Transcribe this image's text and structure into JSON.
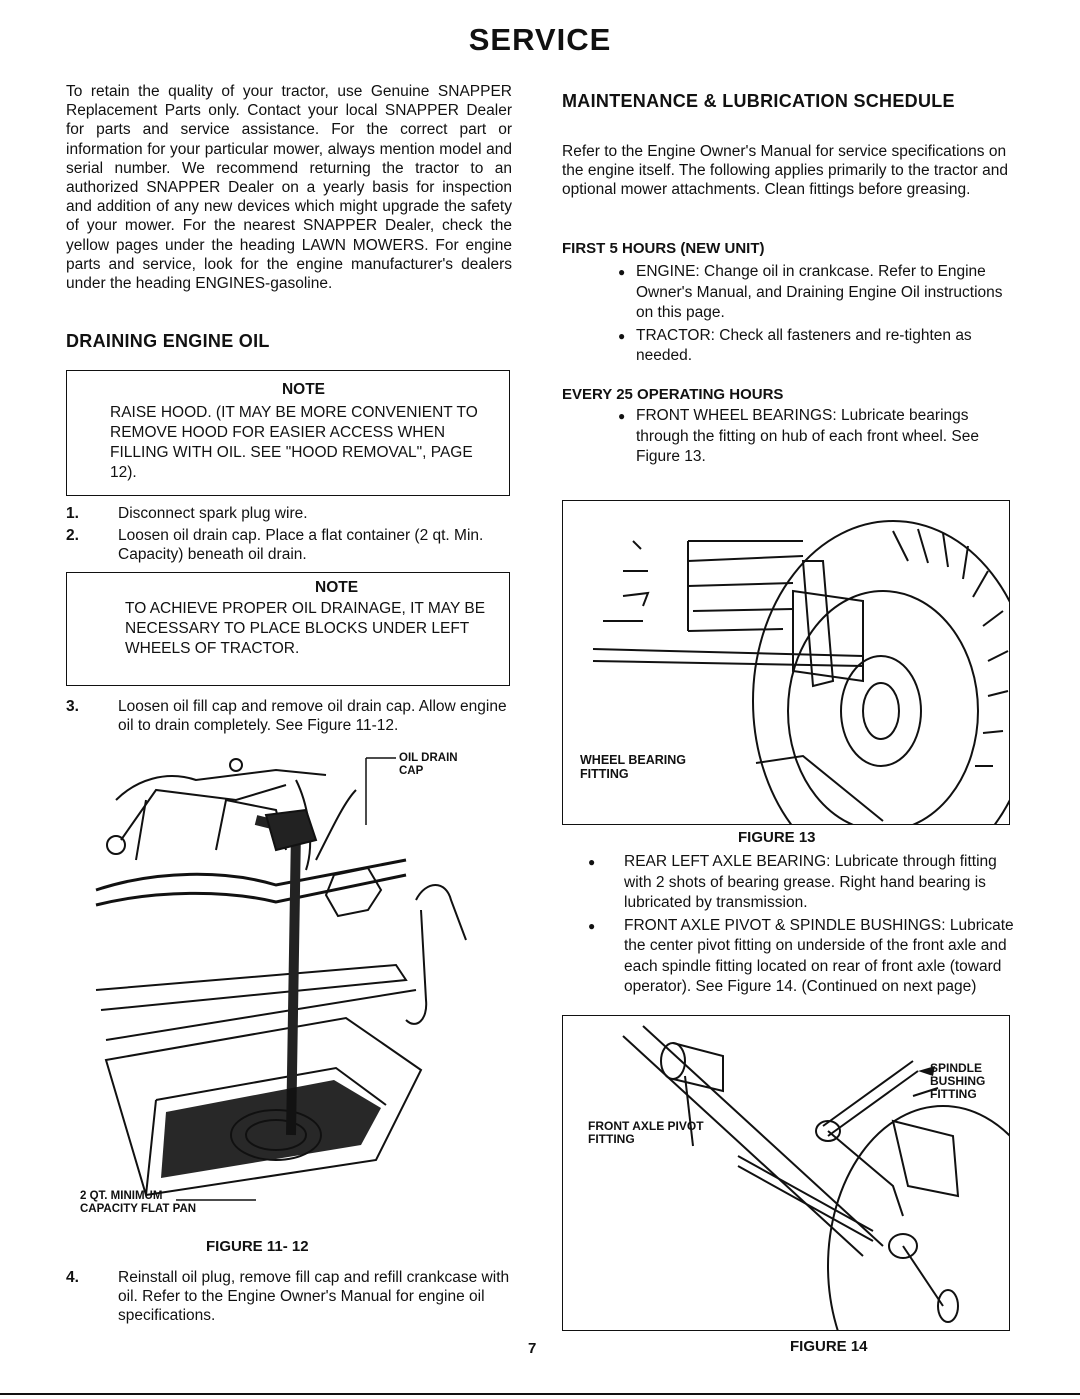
{
  "page": {
    "title": "SERVICE",
    "page_number": "7"
  },
  "intro": {
    "text": "To retain the quality of your tractor, use Genuine SNAPPER Replacement Parts only. Contact your local SNAPPER Dealer for parts and service assistance. For the correct part or information for your particular mower, always mention model and serial number. We recommend returning the tractor to an authorized SNAPPER Dealer on a yearly basis for inspection and addition of any new devices which might upgrade the safety of your mower. For the nearest SNAPPER Dealer, check the yellow pages under the heading LAWN MOWERS. For engine parts and service, look for the engine manufacturer's dealers under the heading ENGINES-gasoline."
  },
  "draining": {
    "heading": "DRAINING ENGINE OIL",
    "note1": {
      "label": "NOTE",
      "text": "RAISE HOOD. (IT MAY BE MORE CONVENIENT TO REMOVE HOOD FOR EASIER ACCESS WHEN FILLING WITH OIL. SEE \"HOOD REMOVAL\", PAGE 12)."
    },
    "steps_a": [
      {
        "num": "1.",
        "text": "Disconnect spark plug wire."
      },
      {
        "num": "2.",
        "text": "Loosen oil drain cap. Place a flat container (2 qt. Min. Capacity) beneath oil drain."
      }
    ],
    "note2": {
      "label": "NOTE",
      "text": "TO ACHIEVE PROPER OIL DRAINAGE, IT MAY BE NECESSARY TO PLACE BLOCKS UNDER LEFT WHEELS OF TRACTOR."
    },
    "step3": {
      "num": "3.",
      "text": "Loosen oil fill cap and remove oil drain cap. Allow engine oil to drain completely. See Figure 11-12."
    },
    "figure": {
      "caption": "FIGURE 11- 12",
      "callout_cap": "OIL DRAIN CAP",
      "callout_pan": "2 QT. MINIMUM CAPACITY FLAT PAN"
    },
    "step4": {
      "num": "4.",
      "text": "Reinstall oil plug, remove fill cap and refill crankcase with oil. Refer to the Engine Owner's Manual for engine oil specifications."
    }
  },
  "maintenance": {
    "heading": "MAINTENANCE & LUBRICATION SCHEDULE",
    "intro": "Refer to the Engine Owner's Manual for service specifications on the engine itself. The following applies primarily to the tractor and optional mower attachments. Clean fittings before greasing.",
    "first5": {
      "heading": "FIRST 5 HOURS (NEW UNIT)",
      "items": [
        "ENGINE: Change oil in crankcase. Refer to Engine Owner's Manual, and Draining Engine Oil instructions on this page.",
        "TRACTOR: Check all fasteners and re-tighten as needed."
      ]
    },
    "every25": {
      "heading": "EVERY 25 OPERATING HOURS",
      "items": [
        "FRONT WHEEL BEARINGS: Lubricate bearings through the fitting on hub of each front wheel. See Figure 13."
      ]
    },
    "figure13": {
      "caption": "FIGURE 13",
      "callout": "WHEEL BEARING FITTING"
    },
    "more_items": [
      "REAR LEFT AXLE BEARING: Lubricate through fitting with 2 shots of bearing grease. Right hand bearing is lubricated by transmission.",
      "FRONT AXLE PIVOT & SPINDLE BUSHINGS: Lubricate the center pivot fitting on underside of the front axle and each spindle fitting located on rear of front axle (toward operator). See Figure 14. (Continued on next page)"
    ],
    "figure14": {
      "caption": "FIGURE 14",
      "callout_pivot": "FRONT AXLE PIVOT FITTING",
      "callout_spindle": "SPINDLE BUSHING FITTING"
    }
  }
}
